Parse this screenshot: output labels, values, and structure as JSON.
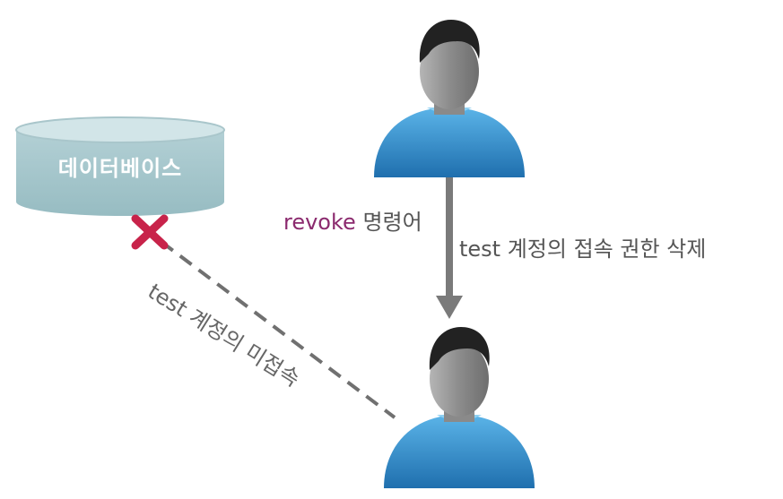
{
  "database": {
    "label": "데이터베이스"
  },
  "command": {
    "keyword": "revoke",
    "suffix": " 명령어"
  },
  "revoke_desc": "test 계정의 접속 권한 삭제",
  "connection_status": "test 계정의 미접속",
  "colors": {
    "db_fill": "#a8c8cd",
    "db_top": "#c9dfe3",
    "person_shirt": "#2e8fce",
    "person_head": "#9a9a9a",
    "person_hair": "#222222",
    "arrow": "#7a7a7a",
    "block_mark": "#c8234a",
    "keyword": "#8b2a6e"
  }
}
